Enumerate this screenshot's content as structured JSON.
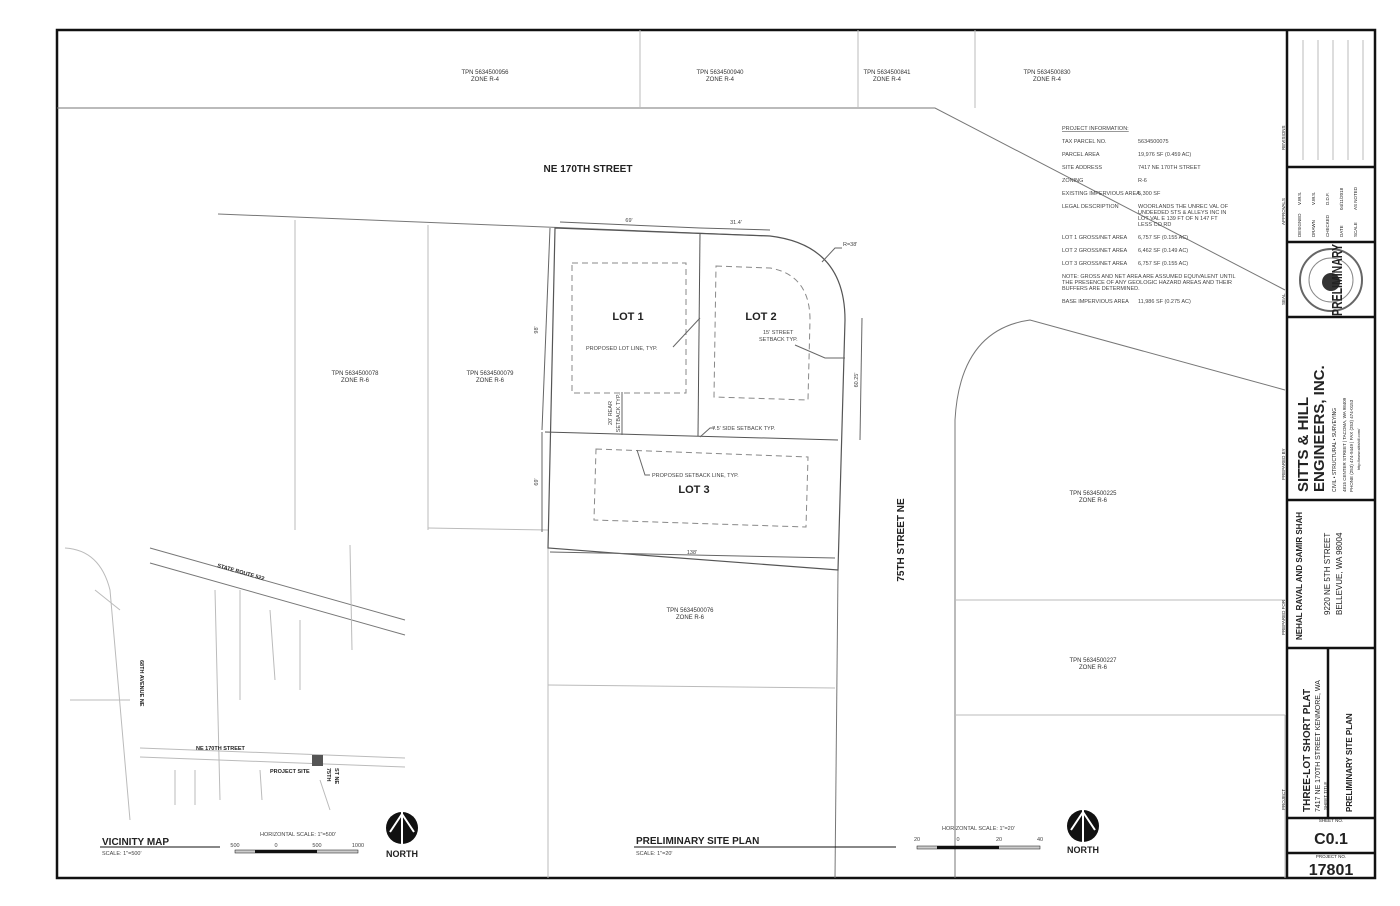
{
  "parcels_top": [
    {
      "tpn": "TPN 5634500956",
      "zone": "ZONE R-4"
    },
    {
      "tpn": "TPN 5634500940",
      "zone": "ZONE R-4"
    },
    {
      "tpn": "TPN 5634500841",
      "zone": "ZONE R-4"
    },
    {
      "tpn": "TPN 5634500830",
      "zone": "ZONE R-4"
    }
  ],
  "parcels_other": [
    {
      "tpn": "TPN 5634500078",
      "zone": "ZONE R-6"
    },
    {
      "tpn": "TPN 5634500079",
      "zone": "ZONE R-6"
    },
    {
      "tpn": "TPN 5634500076",
      "zone": "ZONE R-6"
    },
    {
      "tpn": "TPN 5634500225",
      "zone": "ZONE R-6"
    },
    {
      "tpn": "TPN 5634500227",
      "zone": "ZONE R-6"
    }
  ],
  "streets": {
    "north": "NE 170TH STREET",
    "east": "75TH STREET NE"
  },
  "lots": {
    "lot1": "LOT 1",
    "lot2": "LOT 2",
    "lot3": "LOT 3"
  },
  "dimensions": {
    "top_left": "69'",
    "top_right": "31.4'",
    "radius": "R=38'",
    "left_upper": "98'",
    "left_lower": "69'",
    "right": "60.25'",
    "bottom": "138'"
  },
  "annotations": {
    "lot_line": "PROPOSED LOT LINE, TYP.",
    "street_setback_1": "15' STREET",
    "street_setback_2": "SETBACK TYP.",
    "rear_setback_1": "20' REAR",
    "rear_setback_2": "SETBACK TYP.",
    "side_setback": "7.5' SIDE SETBACK TYP.",
    "setback_line": "PROPOSED SETBACK LINE, TYP."
  },
  "project_info": {
    "heading": "PROJECT INFORMATION:",
    "rows": [
      {
        "label": "TAX PARCEL NO.",
        "value": [
          "5634500075"
        ]
      },
      {
        "label": "PARCEL AREA",
        "value": [
          "19,976 SF (0.459 AC)"
        ]
      },
      {
        "label": "SITE ADDRESS",
        "value": [
          "7417 NE 170TH STREET"
        ]
      },
      {
        "label": "ZONING",
        "value": [
          "R-6"
        ]
      },
      {
        "label": "EXISTING IMPERVIOUS AREA",
        "value": [
          "5,300 SF"
        ]
      },
      {
        "label": "LEGAL DESCRIPTION",
        "value": [
          "WOORLANDS THE UNREC VAL OF",
          "UNDEEDED STS & ALLEYS INC IN",
          "LOT VAL E 139 FT OF N 147 FT",
          "LESS CO RD"
        ]
      },
      {
        "label": "LOT 1 GROSS/NET AREA",
        "value": [
          "6,757 SF (0.155 AC)"
        ]
      },
      {
        "label": "LOT 2 GROSS/NET AREA",
        "value": [
          "6,462 SF (0.149 AC)"
        ]
      },
      {
        "label": "LOT 3 GROSS/NET AREA",
        "value": [
          "6,757 SF (0.155 AC)"
        ]
      }
    ],
    "note": [
      "NOTE: GROSS AND NET AREA ARE ASSUMED EQUIVALENT UNTIL",
      "THE PRESENCE OF ANY GEOLOGIC HAZARD AREAS AND THEIR",
      "BUFFERS ARE DETERMINED."
    ],
    "base_label": "BASE IMPERVIOUS AREA",
    "base_value": "11,986 SF (0.275 AC)"
  },
  "vicinity": {
    "title": "VICINITY MAP",
    "scale": "SCALE: 1\"=500'",
    "hscale": "HORIZONTAL SCALE: 1\"=500'",
    "ticks": [
      "500",
      "0",
      "500",
      "1000"
    ],
    "north": "NORTH",
    "route": "STATE ROUTE 522",
    "avenue": "68TH AVENUE NE",
    "street": "NE 170TH STREET",
    "site": "PROJECT SITE",
    "st75a": "75TH",
    "st75b": "ST NE"
  },
  "site_plan": {
    "title": "PRELIMINARY SITE PLAN",
    "scale": "SCALE: 1\"=20'",
    "hscale": "HORIZONTAL SCALE: 1\"=20'",
    "ticks": [
      "20",
      "0",
      "20",
      "40"
    ],
    "north": "NORTH"
  },
  "title_block": {
    "revisions_label": "REVISIONS",
    "approvals_label": "APPROVALS",
    "designed": "DESIGNED",
    "designed_val": "V.W.S.",
    "drawn": "DRAWN",
    "drawn_val": "V.W.S.",
    "checked": "CHECKED",
    "checked_val": "D.D.F.",
    "date": "DATE",
    "date_val": "04/11/2018",
    "scale": "SCALE",
    "scale_val": "AS NOTED",
    "seal_label": "SEAL",
    "seal_stamp": "PRELIMINARY",
    "prepared_by_label": "PREPARED BY",
    "company_1": "SITTS & HILL",
    "company_2": "ENGINEERS, INC.",
    "company_services": "CIVIL  •  STRUCTURAL  •  SURVEYING",
    "company_addr": "4815 CENTER STREET  |  TACOMA, WA 98409",
    "company_phone": "PHONE (253) 474-9449  |  FAX (253) 474-0153",
    "company_web": "http://www.sittshill.com/",
    "prepared_for_label": "PREPARED FOR",
    "client": "NEHAL RAVAL AND SAMIR SHAH",
    "client_addr1": "9220 NE 5TH STREET",
    "client_addr2": "BELLEVUE, WA 98004",
    "project_label": "PROJECT",
    "project": "THREE-LOT SHORT PLAT",
    "project_addr": "7417 NE 170TH STREET KENMORE, WA",
    "sheet_title_label": "SHEET TITLE",
    "sheet_title": "PRELIMINARY SITE PLAN",
    "sheet_no_label": "SHEET NO.",
    "sheet_no": "C0.1",
    "project_no_label": "PROJECT NO.",
    "project_no": "17801"
  }
}
